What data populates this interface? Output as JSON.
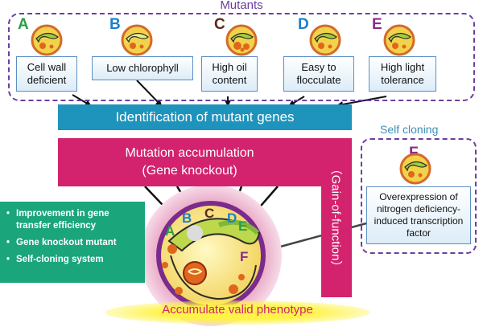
{
  "mutants": {
    "title": "Mutants",
    "items": [
      {
        "letter": "A",
        "color": "#2a9d4b",
        "label_lines": [
          "Cell wall",
          "deficient"
        ]
      },
      {
        "letter": "B",
        "color": "#1e7fc8",
        "label_lines": [
          "Low chlorophyll"
        ]
      },
      {
        "letter": "C",
        "color": "#5a2a1c",
        "label_lines": [
          "High oil",
          "content"
        ]
      },
      {
        "letter": "D",
        "color": "#1e7fc8",
        "label_lines": [
          "Easy to",
          "flocculate"
        ]
      },
      {
        "letter": "E",
        "color": "#8b2b8b",
        "label_lines": [
          "High light",
          "tolerance"
        ]
      }
    ]
  },
  "identification": "Identification of mutant genes",
  "accumulation": {
    "line1": "Mutation accumulation",
    "line2": "(Gene knockout)"
  },
  "gain_of_function": "（Gain-of-function）",
  "self_cloning": {
    "title": "Self cloning",
    "letter": "F",
    "letter_color": "#8b2b8b",
    "label_lines": [
      "Overexpression of",
      "nitrogen deficiency-",
      "induced transcription",
      "factor"
    ]
  },
  "benefits": [
    {
      "lines": [
        "Improvement in gene",
        "transfer efficiency"
      ]
    },
    {
      "lines": [
        "Gene knockout mutant"
      ]
    },
    {
      "lines": [
        "Self-cloning system"
      ]
    }
  ],
  "cell_letters": [
    {
      "letter": "A",
      "color": "#2a9d4b"
    },
    {
      "letter": "B",
      "color": "#1e7fc8"
    },
    {
      "letter": "C",
      "color": "#5a2a1c"
    },
    {
      "letter": "D",
      "color": "#1e7fc8"
    },
    {
      "letter": "E",
      "color": "#2a9d4b"
    },
    {
      "letter": "F",
      "color": "#8b2b8b"
    }
  ],
  "bottom_label": "Accumulate valid phenotype",
  "colors": {
    "purple": "#6b3fa0",
    "teal": "#1e93bc",
    "magenta": "#d3226e",
    "green": "#1aa57a"
  }
}
